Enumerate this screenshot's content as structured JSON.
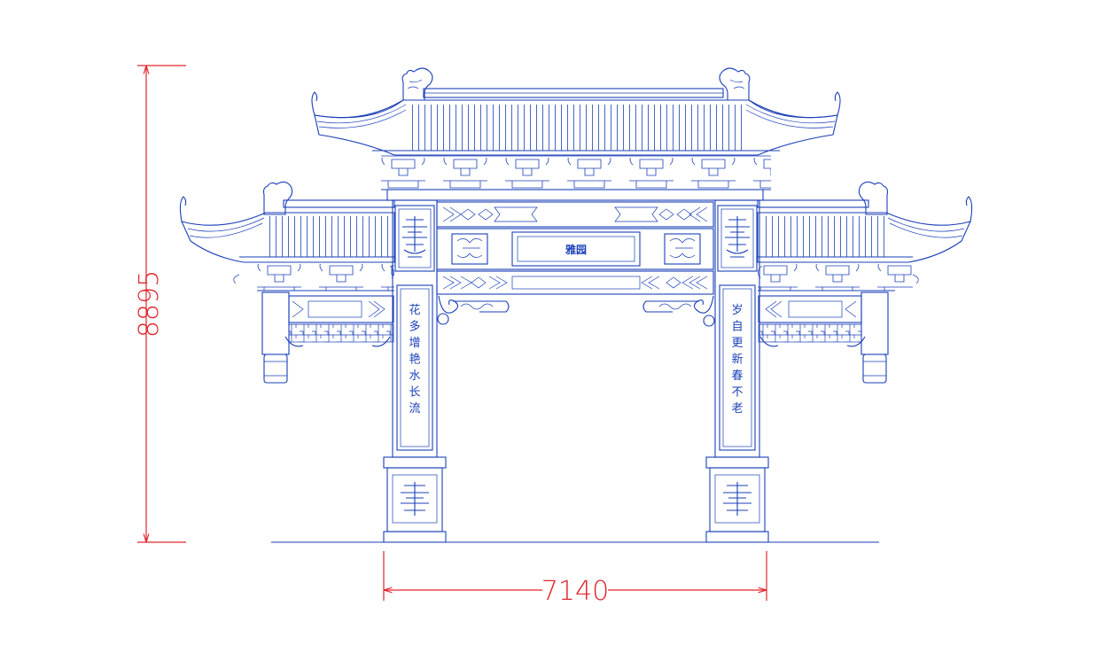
{
  "drawing": {
    "plaque_text": "雅园",
    "couplet_left": "花多增艳水长流",
    "couplet_right": "岁自更新春不老",
    "dimension_height": "8895",
    "dimension_width": "7140",
    "colors": {
      "line": "#1a3fb8",
      "dimension": "#e0262d",
      "background": "#ffffff"
    }
  }
}
